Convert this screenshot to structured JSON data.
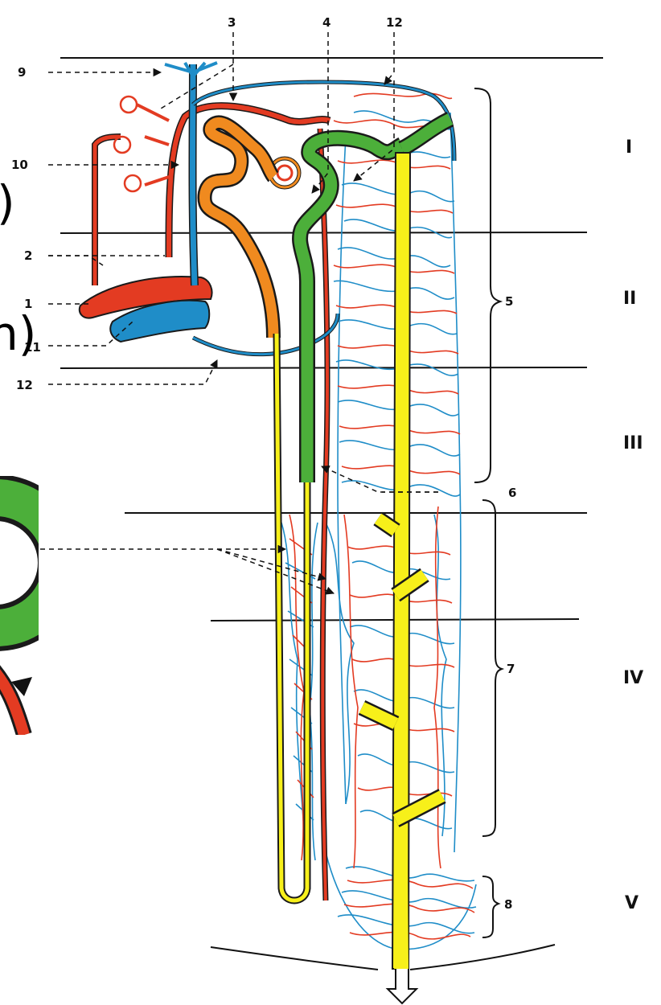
{
  "fragment_text": [
    ")",
    "n)"
  ],
  "labels": {
    "l1": "1",
    "l2": "2",
    "l3": "3",
    "l4": "4",
    "l5": "5",
    "l6": "6",
    "l7": "7",
    "l8": "8",
    "l9": "9",
    "l10": "10",
    "l11": "11",
    "l12_top": "12",
    "l12_bottom": "12"
  },
  "zones": [
    "I",
    "II",
    "III",
    "IV",
    "V"
  ],
  "colors": {
    "artery": "#e33b22",
    "vein": "#1f8dc8",
    "proximal_tubule": "#f08a1f",
    "distal_tubule": "#4caf3a",
    "collecting_duct": "#f7f01a",
    "outline": "#1a1a1a"
  }
}
